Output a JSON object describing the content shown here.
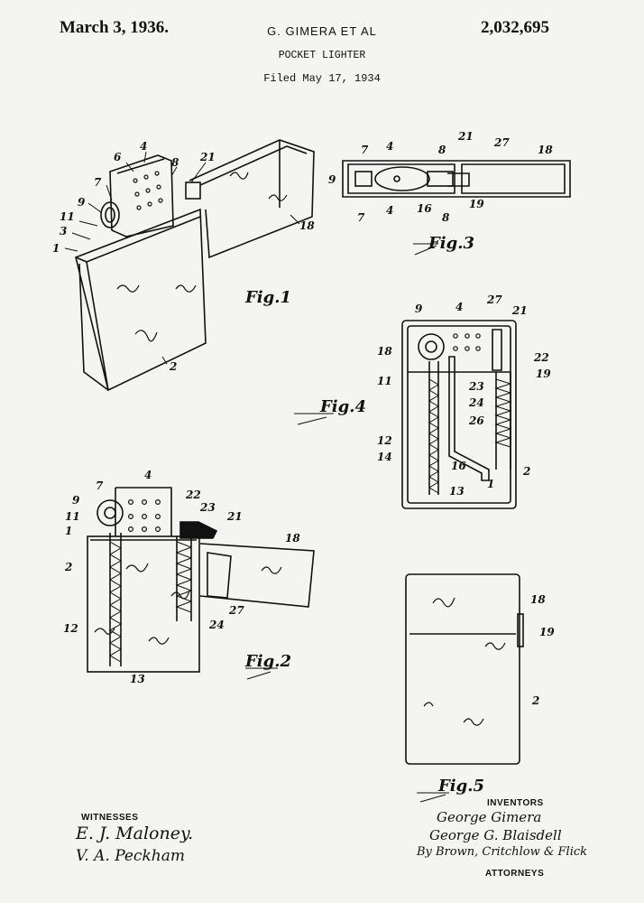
{
  "header": {
    "date": "March 3, 1936.",
    "inventor_names": "G. GIMERA ET AL",
    "patent_number": "2,032,695",
    "title": "POCKET LIGHTER",
    "filed": "Filed May 17, 1934"
  },
  "figures": {
    "fig1": "Fig.1",
    "fig2": "Fig.2",
    "fig3": "Fig.3",
    "fig4": "Fig.4",
    "fig5": "Fig.5"
  },
  "reference_numerals": {
    "fig1": [
      "6",
      "4",
      "8",
      "21",
      "7",
      "9",
      "11",
      "3",
      "1",
      "18",
      "2"
    ],
    "fig3": [
      "7",
      "4",
      "8",
      "21",
      "27",
      "18",
      "9",
      "7",
      "4",
      "16",
      "8",
      "19"
    ],
    "fig4": [
      "9",
      "4",
      "27",
      "21",
      "18",
      "22",
      "11",
      "19",
      "23",
      "24",
      "26",
      "12",
      "14",
      "16",
      "2",
      "1",
      "13"
    ],
    "fig2": [
      "7",
      "4",
      "22",
      "23",
      "21",
      "9",
      "11",
      "1",
      "18",
      "2",
      "27",
      "24",
      "12",
      "13"
    ],
    "fig5": [
      "18",
      "19",
      "2"
    ]
  },
  "witnesses": {
    "heading": "WITNESSES",
    "names": [
      "E. J. Maloney.",
      "V. A. Peckham"
    ]
  },
  "inventors": {
    "heading": "INVENTORS",
    "names": [
      "George Gimera",
      "George G. Blaisdell"
    ],
    "by_line": "By Brown, Critchlow & Flick"
  },
  "attorneys": {
    "heading": "ATTORNEYS"
  }
}
